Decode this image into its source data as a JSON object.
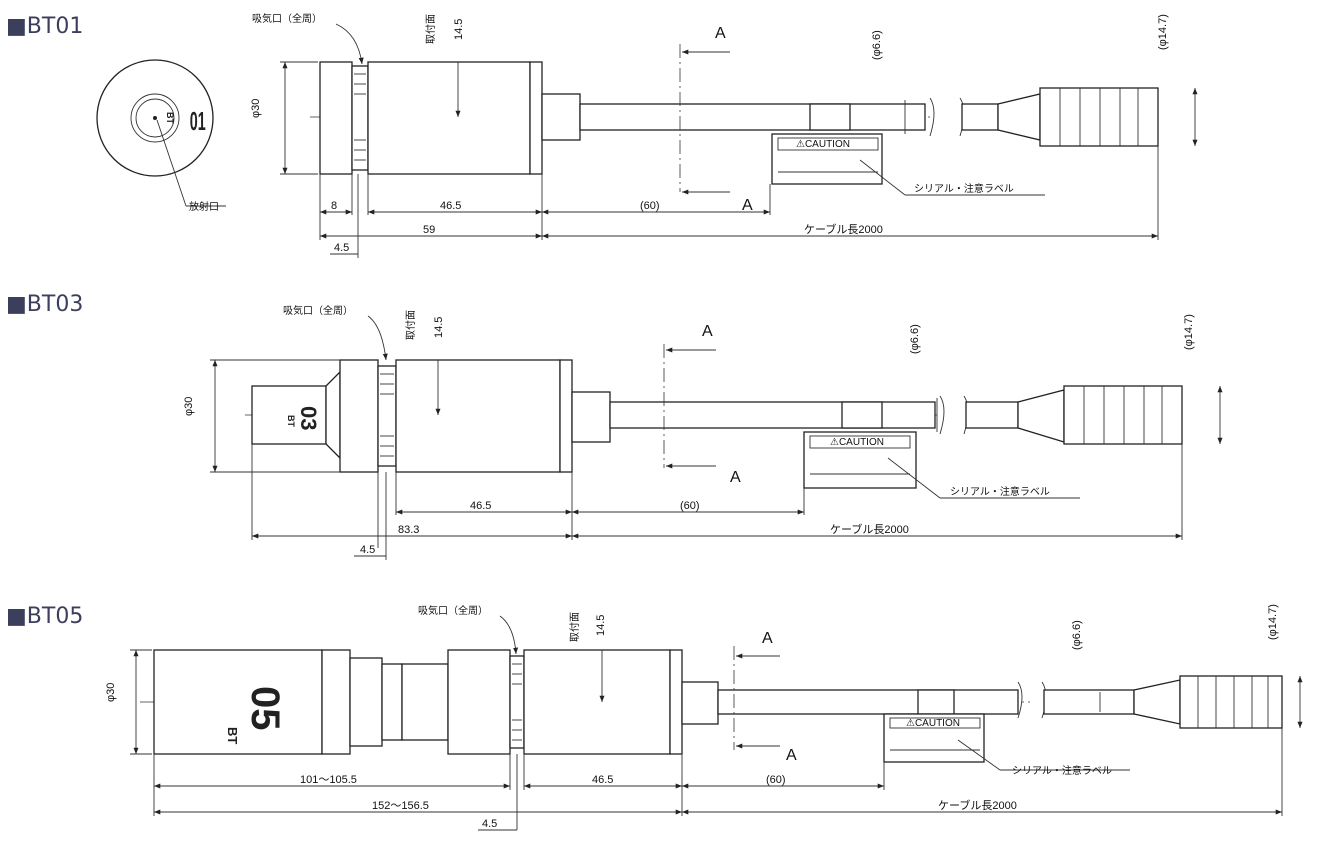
{
  "sections": [
    {
      "title": "■BT01",
      "intake_label": "吸気口（全周）",
      "mount_label": "取付面",
      "mount_dim": "14.5",
      "dia_body": "φ30",
      "dia_cable": "(φ6.6)",
      "dia_connector": "(φ14.7)",
      "emit_label": "放射口",
      "engrave_prefix": "BT",
      "engrave_num": "01",
      "dim_ring": "8",
      "dim_body": "46.5",
      "dim_len": "59",
      "dim_gap": "4.5",
      "dim_label_offset": "(60)",
      "cable_len": "ケーブル長2000",
      "caution": "⚠CAUTION",
      "serial_label": "シリアル・注意ラベル",
      "section_mark": "A"
    },
    {
      "title": "■BT03",
      "intake_label": "吸気口（全周）",
      "mount_label": "取付面",
      "mount_dim": "14.5",
      "dia_body": "φ30",
      "dia_cable": "(φ6.6)",
      "dia_connector": "(φ14.7)",
      "engrave_prefix": "BT",
      "engrave_num": "03",
      "dim_body": "46.5",
      "dim_len": "83.3",
      "dim_gap": "4.5",
      "dim_label_offset": "(60)",
      "cable_len": "ケーブル長2000",
      "caution": "⚠CAUTION",
      "serial_label": "シリアル・注意ラベル",
      "section_mark": "A"
    },
    {
      "title": "■BT05",
      "intake_label": "吸気口（全周）",
      "mount_label": "取付面",
      "mount_dim": "14.5",
      "dia_body": "φ30",
      "dia_cable": "(φ6.6)",
      "dia_connector": "(φ14.7)",
      "engrave_prefix": "BT",
      "engrave_num": "05",
      "dim_front": "101～105.5",
      "dim_body": "46.5",
      "dim_len": "152～156.5",
      "dim_gap": "4.5",
      "dim_label_offset": "(60)",
      "cable_len": "ケーブル長2000",
      "caution": "⚠CAUTION",
      "serial_label": "シリアル・注意ラベル",
      "section_mark": "A"
    }
  ]
}
